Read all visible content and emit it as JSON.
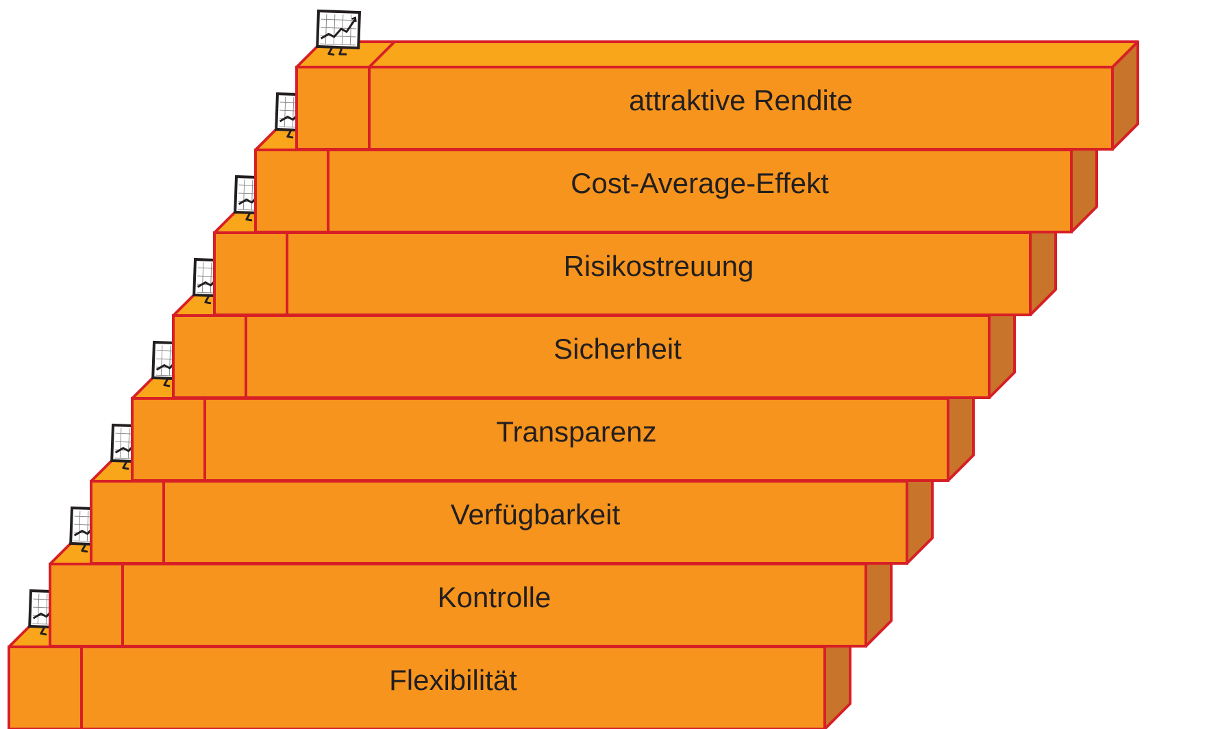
{
  "diagram": {
    "steps": [
      {
        "label": "attraktive Rendite"
      },
      {
        "label": "Cost-Average-Effekt"
      },
      {
        "label": "Risikostreuung"
      },
      {
        "label": "Sicherheit"
      },
      {
        "label": "Transparenz"
      },
      {
        "label": "Verfügbarkeit"
      },
      {
        "label": "Kontrolle"
      },
      {
        "label": "Flexibilität"
      }
    ],
    "icon": "chart-monitor-icon",
    "colors": {
      "front": "#f7941d",
      "top": "#faa61a",
      "side": "#c8742a",
      "stroke": "#d71f26",
      "text": "#231f20"
    }
  }
}
